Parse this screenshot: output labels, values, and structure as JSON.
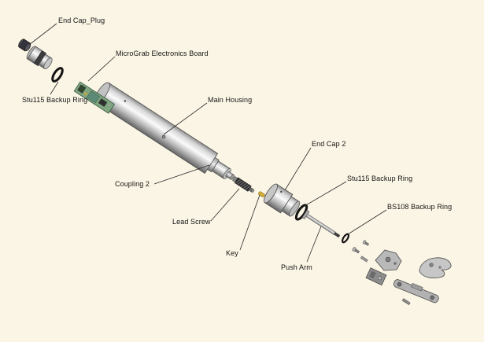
{
  "diagram": {
    "type": "exploded-assembly-diagram",
    "background_color": "#fbf5e5",
    "leader_line_color": "#2a2a2a",
    "labels": [
      {
        "id": "end-cap-plug",
        "text": "End Cap_Plug"
      },
      {
        "id": "stu115-backup-ring-left",
        "text": "Stu115 Backup Ring"
      },
      {
        "id": "micrograb-electronics-board",
        "text": "MicroGrab Electronics Board"
      },
      {
        "id": "main-housing",
        "text": "Main Housing"
      },
      {
        "id": "coupling-2",
        "text": "Coupling 2"
      },
      {
        "id": "lead-screw",
        "text": "Lead Screw"
      },
      {
        "id": "key",
        "text": "Key"
      },
      {
        "id": "end-cap-2",
        "text": "End Cap 2"
      },
      {
        "id": "stu115-backup-ring-right",
        "text": "Stu115 Backup Ring"
      },
      {
        "id": "bs108-backup-ring",
        "text": "BS108 Backup Ring"
      },
      {
        "id": "push-arm",
        "text": "Push Arm"
      }
    ],
    "colors": {
      "pcb_green": "#7fa681",
      "key_yellow": "#d4af37",
      "o_ring_black": "#141414",
      "metal_light": "#fbfbfb",
      "metal_dark": "#636363"
    }
  }
}
